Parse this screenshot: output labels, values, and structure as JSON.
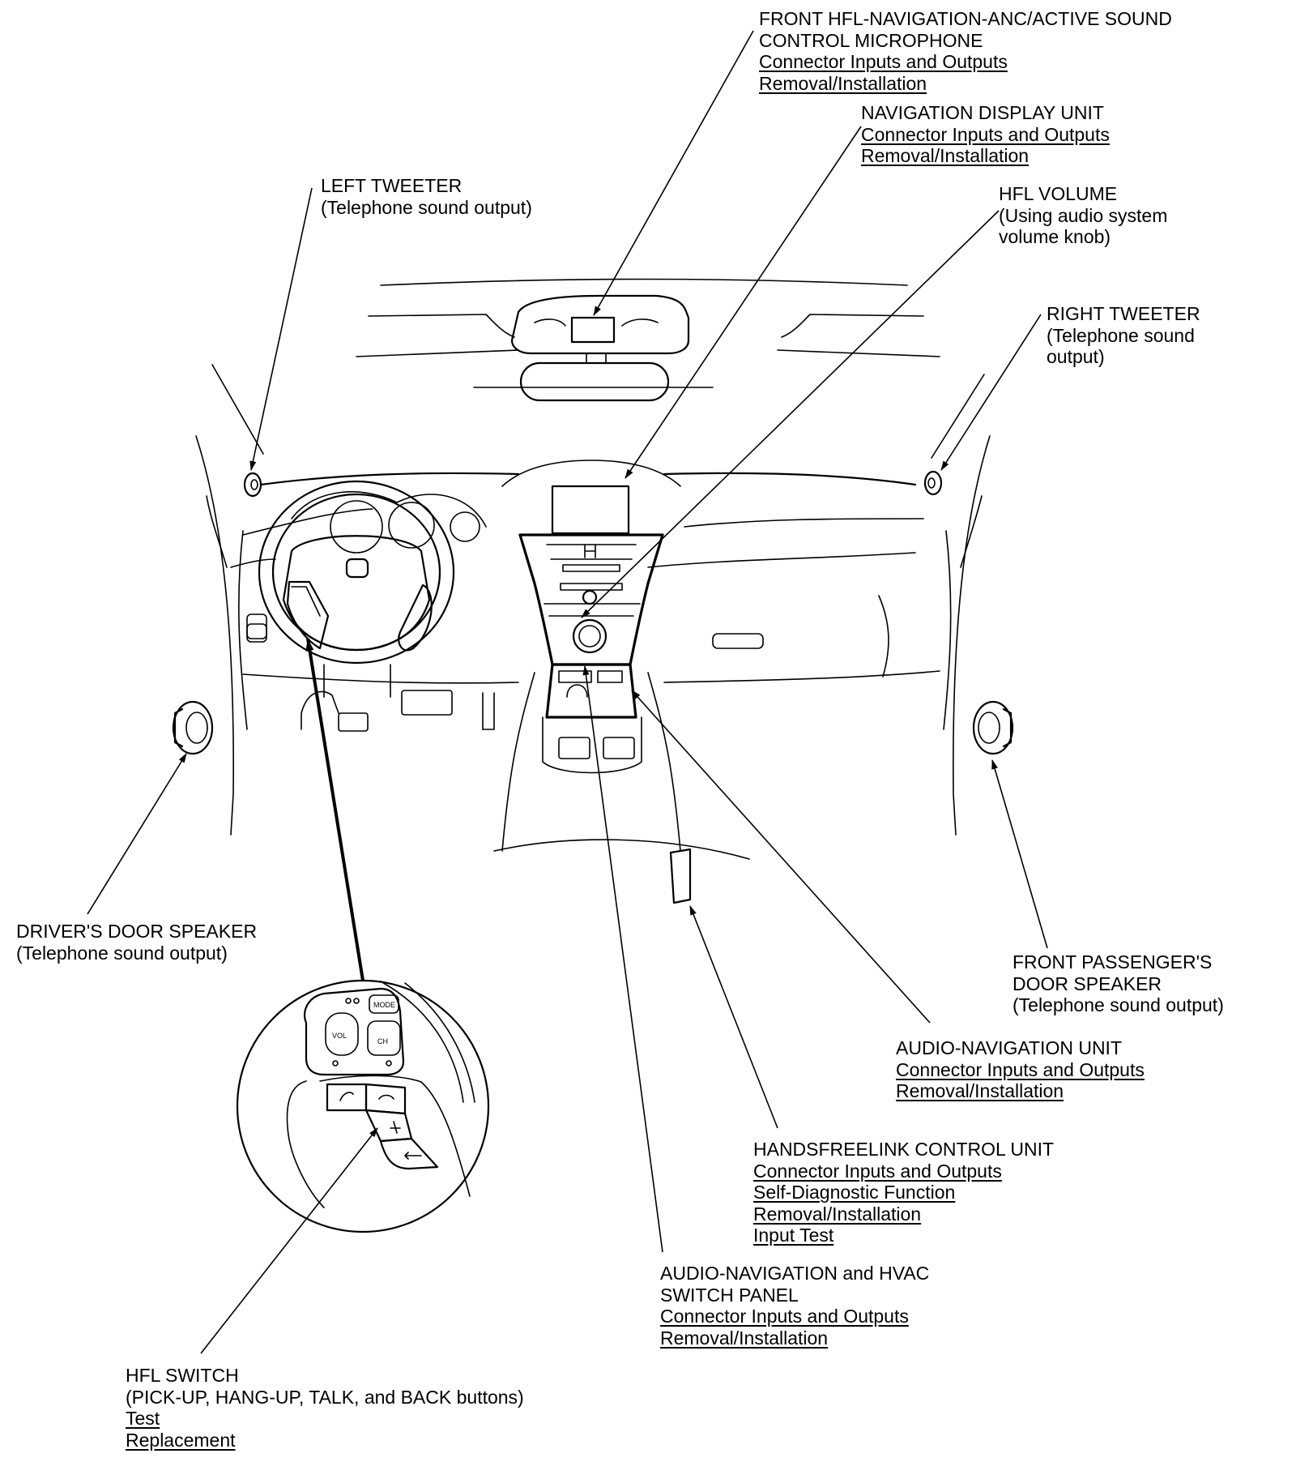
{
  "callouts": {
    "front_mic": {
      "lines": [
        "FRONT HFL-NAVIGATION-ANC/ACTIVE SOUND",
        "CONTROL MICROPHONE"
      ],
      "links": [
        "Connector Inputs and Outputs",
        "Removal/Installation"
      ]
    },
    "nav_display": {
      "lines": [
        "NAVIGATION DISPLAY UNIT"
      ],
      "links": [
        "Connector Inputs and Outputs",
        "Removal/Installation"
      ]
    },
    "hfl_volume": {
      "lines": [
        "HFL VOLUME",
        "(Using audio system",
        "volume knob)"
      ],
      "links": []
    },
    "left_tweeter": {
      "lines": [
        "LEFT TWEETER",
        "(Telephone sound output)"
      ],
      "links": []
    },
    "right_tweeter": {
      "lines": [
        "RIGHT TWEETER",
        "(Telephone sound",
        "output)"
      ],
      "links": []
    },
    "drivers_door_speaker": {
      "lines": [
        "DRIVER'S DOOR SPEAKER",
        "(Telephone sound output)"
      ],
      "links": []
    },
    "front_passenger_door_speaker": {
      "lines": [
        "FRONT PASSENGER'S",
        "DOOR SPEAKER",
        "(Telephone sound output)"
      ],
      "links": []
    },
    "audio_nav_unit": {
      "lines": [
        "AUDIO-NAVIGATION UNIT"
      ],
      "links": [
        "Connector Inputs and Outputs",
        "Removal/Installation"
      ]
    },
    "hfl_control_unit": {
      "lines": [
        "HANDSFREELINK CONTROL UNIT"
      ],
      "links": [
        "Connector Inputs and Outputs",
        "Self-Diagnostic Function",
        "Removal/Installation",
        "Input Test"
      ]
    },
    "switch_panel": {
      "lines": [
        "AUDIO-NAVIGATION and HVAC",
        "SWITCH PANEL"
      ],
      "links": [
        "Connector Inputs and Outputs",
        "Removal/Installation"
      ]
    },
    "hfl_switch": {
      "lines": [
        "HFL SWITCH",
        "(PICK-UP, HANG-UP, TALK, and BACK buttons)"
      ],
      "links": [
        "Test",
        "Replacement"
      ]
    }
  },
  "switch_labels": {
    "mode": "MODE",
    "vol": "VOL",
    "ch": "CH"
  }
}
